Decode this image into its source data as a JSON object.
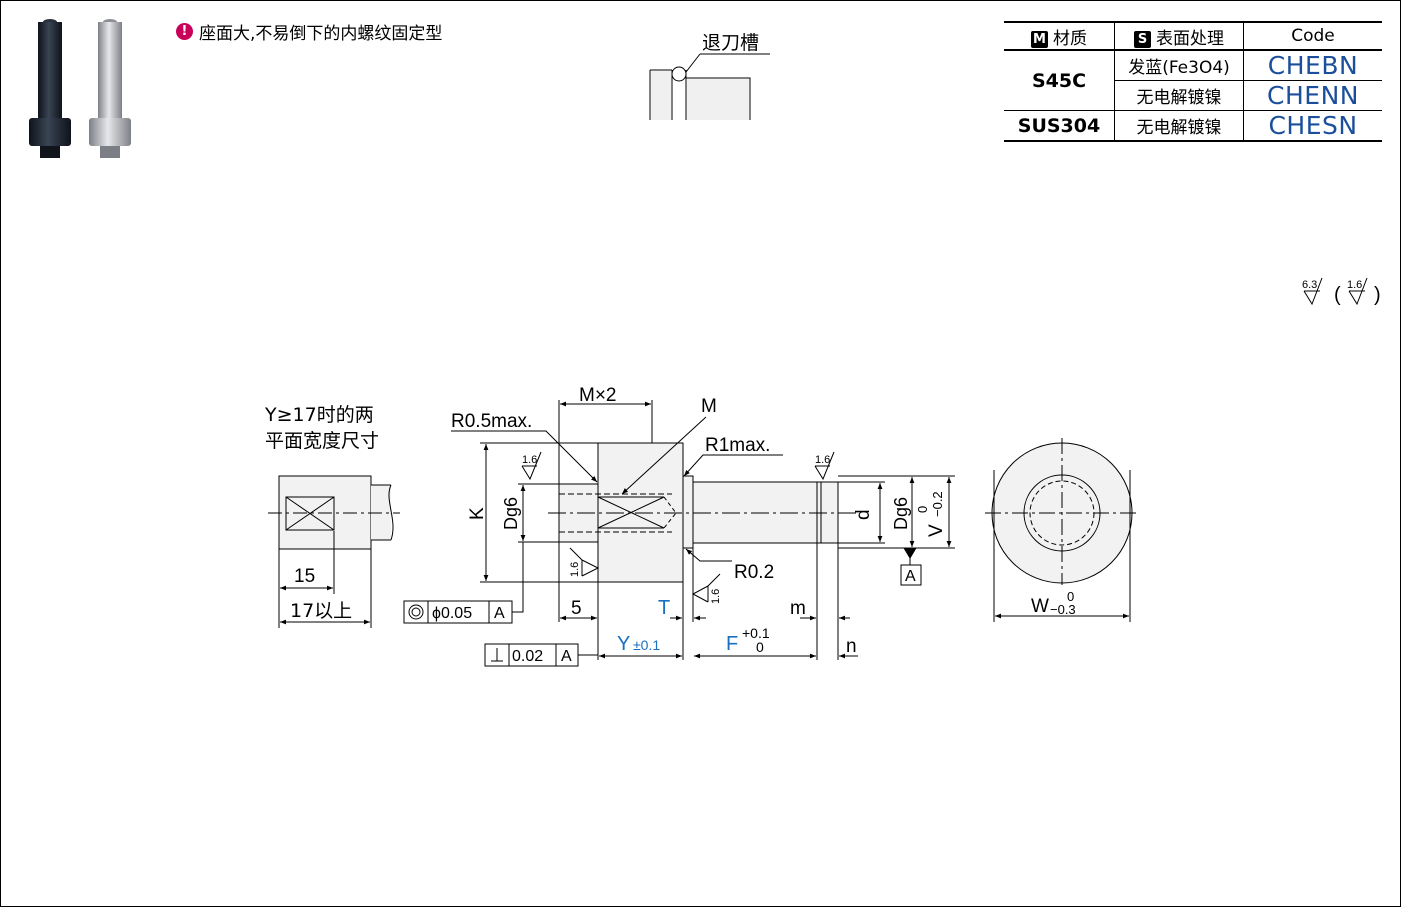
{
  "feature_note": {
    "badge": "!",
    "text": "座面大,不易倒下的内螺纹固定型"
  },
  "groove_label": "退刀槽",
  "table": {
    "headers": {
      "material_tag": "M",
      "material": "材质",
      "surface_tag": "S",
      "surface": "表面处理",
      "code": "Code"
    },
    "rows": [
      {
        "material": "S45C",
        "surface": "发蓝(Fe3O4)",
        "code": "CHEBN"
      },
      {
        "material": "",
        "surface": "无电解镀镍",
        "code": "CHENN"
      },
      {
        "material": "SUS304",
        "surface": "无电解镀镍",
        "code": "CHESN"
      }
    ]
  },
  "roughness": {
    "general": "6.3",
    "specific": "1.6"
  },
  "drawing": {
    "flat_note_line1": "Y≥17时的两",
    "flat_note_line2": "平面宽度尺寸",
    "dim_15": "15",
    "dim_17up": "17以上",
    "m_x_2": "M×2",
    "m": "M",
    "r05": "R0.5max.",
    "r1": "R1max.",
    "r02": "R0.2",
    "k": "K",
    "dg6_left": "Dg6",
    "dg6_right": "Dg6",
    "d": "d",
    "v": "V",
    "v_tol_upper": "0",
    "v_tol_lower": "−0.2",
    "w": "W",
    "w_tol_upper": "0",
    "w_tol_lower": "−0.3",
    "dim_5": "5",
    "t": "T",
    "m_small": "m",
    "n": "n",
    "y": "Y",
    "y_tol": "±0.1",
    "f": "F",
    "f_tol_upper": "+0.1",
    "f_tol_lower": "0",
    "datum_a": "A",
    "coax_value": "ϕ0.05",
    "perp_value": "0.02",
    "rough_1_6": "1.6"
  },
  "colors": {
    "code_blue": "#1b4f9c",
    "dim_blue": "#1b6fc2",
    "badge": "#c8005a",
    "dark_pin": "#1e2530",
    "silver_pin": "#a9abb0"
  }
}
